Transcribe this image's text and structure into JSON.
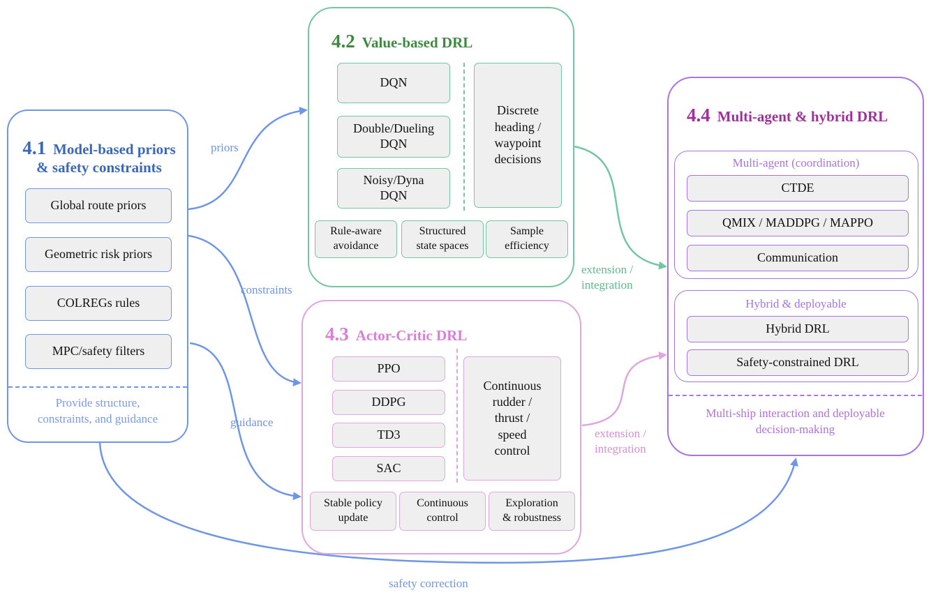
{
  "colors": {
    "blue": "#6f96e6",
    "blue_title": "#3b69b6",
    "blue_caption": "#7a9ae6",
    "green": "#72c7a0",
    "green_title": "#3d8a3f",
    "pink": "#e0a6df",
    "pink_title": "#d97fd6",
    "purple": "#a775e2",
    "purple_title": "#a0309c",
    "purple_caption": "#b070e0"
  },
  "panel41": {
    "num": "4.1",
    "title_line1": "Model-based priors",
    "title_line2": "& safety constraints",
    "items": [
      "Global route priors",
      "Geometric risk priors",
      "COLREGs rules",
      "MPC/safety filters"
    ],
    "caption_line1": "Provide structure,",
    "caption_line2": "constraints, and guidance"
  },
  "panel42": {
    "num": "4.2",
    "title": "Value-based DRL",
    "items": [
      {
        "line1": "DQN",
        "line2": ""
      },
      {
        "line1": "Double/Dueling",
        "line2": "DQN"
      },
      {
        "line1": "Noisy/Dyna",
        "line2": "DQN"
      }
    ],
    "side_lines": [
      "Discrete",
      "heading /",
      "waypoint",
      "decisions"
    ],
    "features": [
      {
        "line1": "Rule-aware",
        "line2": "avoidance"
      },
      {
        "line1": "Structured",
        "line2": "state spaces"
      },
      {
        "line1": "Sample",
        "line2": "efficiency"
      }
    ]
  },
  "panel43": {
    "num": "4.3",
    "title": "Actor-Critic DRL",
    "items": [
      "PPO",
      "DDPG",
      "TD3",
      "SAC"
    ],
    "side_lines": [
      "Continuous",
      "rudder /",
      "thrust /",
      "speed",
      "control"
    ],
    "features": [
      {
        "line1": "Stable policy",
        "line2": "update"
      },
      {
        "line1": "Continuous",
        "line2": "control"
      },
      {
        "line1": "Exploration",
        "line2": "& robustness"
      }
    ]
  },
  "panel44": {
    "num": "4.4",
    "title": "Multi-agent & hybrid DRL",
    "multi_title": "Multi-agent (coordination)",
    "multi_items": [
      "CTDE",
      "QMIX / MADDPG / MAPPO",
      "Communication"
    ],
    "hybrid_title": "Hybrid & deployable",
    "hybrid_items": [
      "Hybrid DRL",
      "Safety-constrained DRL"
    ],
    "caption_line1": "Multi-ship interaction and deployable",
    "caption_line2": "decision-making"
  },
  "arrows": {
    "priors": "priors",
    "constraints": "constraints",
    "guidance": "guidance",
    "ext_green_line1": "extension /",
    "ext_green_line2": "integration",
    "ext_pink_line1": "extension /",
    "ext_pink_line2": "integration",
    "safety": "safety correction"
  }
}
